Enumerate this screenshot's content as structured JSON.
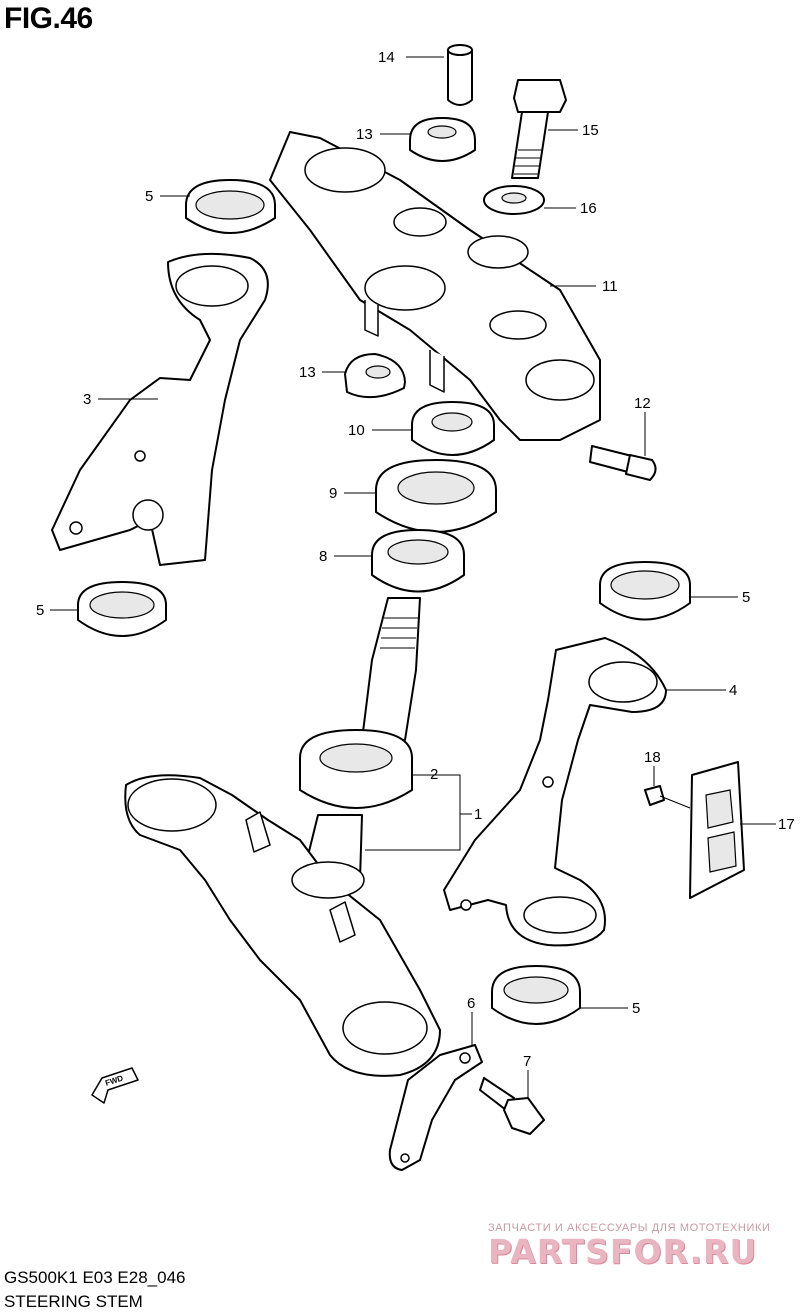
{
  "figure": {
    "title": "FIG.46"
  },
  "footer": {
    "model": "GS500K1 E03 E28_046",
    "name": "STEERING STEM"
  },
  "watermark": {
    "tagline": "ЗАПЧАСТИ И АКСЕССУАРЫ ДЛЯ МОТОТЕХНИКИ",
    "logo": "PARTSFOR.RU"
  },
  "direction_marker": {
    "label": "FWD"
  },
  "callouts": [
    {
      "id": "c14",
      "label": "14"
    },
    {
      "id": "c13a",
      "label": "13"
    },
    {
      "id": "c15",
      "label": "15"
    },
    {
      "id": "c5a",
      "label": "5"
    },
    {
      "id": "c16",
      "label": "16"
    },
    {
      "id": "c11",
      "label": "11"
    },
    {
      "id": "c3",
      "label": "3"
    },
    {
      "id": "c13b",
      "label": "13"
    },
    {
      "id": "c12",
      "label": "12"
    },
    {
      "id": "c10",
      "label": "10"
    },
    {
      "id": "c9",
      "label": "9"
    },
    {
      "id": "c8",
      "label": "8"
    },
    {
      "id": "c5b",
      "label": "5"
    },
    {
      "id": "c5c",
      "label": "5"
    },
    {
      "id": "c4",
      "label": "4"
    },
    {
      "id": "c18",
      "label": "18"
    },
    {
      "id": "c2",
      "label": "2"
    },
    {
      "id": "c1",
      "label": "1"
    },
    {
      "id": "c17",
      "label": "17"
    },
    {
      "id": "c5d",
      "label": "5"
    },
    {
      "id": "c6",
      "label": "6"
    },
    {
      "id": "c7",
      "label": "7"
    }
  ]
}
